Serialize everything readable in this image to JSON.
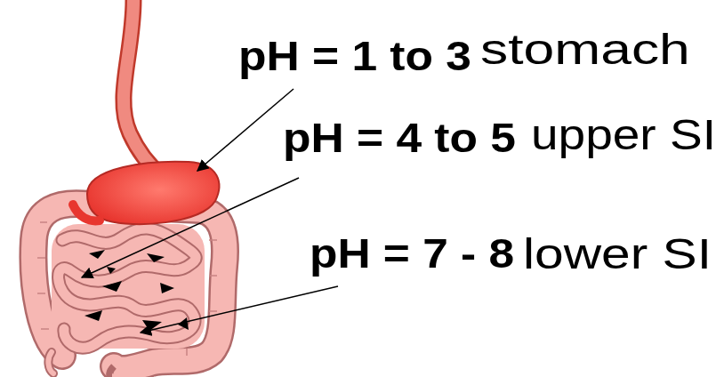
{
  "diagram": {
    "labels": [
      "pH = 1 to 3",
      "stomach",
      "pH = 4 to 5",
      "upper SI",
      "pH = 7 - 8",
      "lower SI"
    ]
  }
}
